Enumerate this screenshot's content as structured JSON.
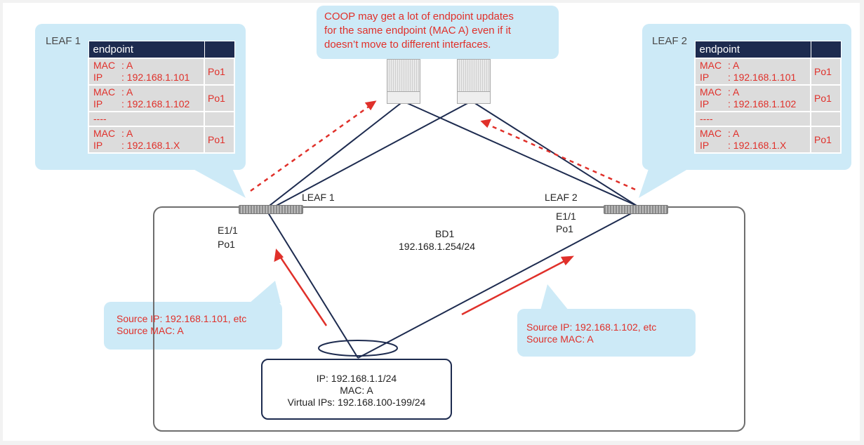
{
  "coop_note": {
    "lines": [
      "COOP may get a lot of endpoint updates",
      "for the same endpoint (MAC A) even if it",
      "doesn’t move to different interfaces."
    ]
  },
  "leaf1_table": {
    "title": "LEAF 1",
    "header": "endpoint",
    "rows": [
      {
        "mac_key": "MAC",
        "mac_val": ": A",
        "ip_key": "IP",
        "ip_val": ": 192.168.1.101",
        "port": "Po1"
      },
      {
        "mac_key": "MAC",
        "mac_val": ": A",
        "ip_key": "IP",
        "ip_val": ": 192.168.1.102",
        "port": "Po1"
      },
      {
        "sep": "----"
      },
      {
        "mac_key": "MAC",
        "mac_val": ": A",
        "ip_key": "IP",
        "ip_val": ": 192.168.1.X",
        "port": "Po1"
      }
    ]
  },
  "leaf2_table": {
    "title": "LEAF 2",
    "header": "endpoint",
    "rows": [
      {
        "mac_key": "MAC",
        "mac_val": ": A",
        "ip_key": "IP",
        "ip_val": ": 192.168.1.101",
        "port": "Po1"
      },
      {
        "mac_key": "MAC",
        "mac_val": ": A",
        "ip_key": "IP",
        "ip_val": ": 192.168.1.102",
        "port": "Po1"
      },
      {
        "sep": "----"
      },
      {
        "mac_key": "MAC",
        "mac_val": ": A",
        "ip_key": "IP",
        "ip_val": ": 192.168.1.X",
        "port": "Po1"
      }
    ]
  },
  "leaf1": {
    "name": "LEAF 1",
    "iface": "E1/1",
    "po": "Po1"
  },
  "leaf2": {
    "name": "LEAF 2",
    "iface": "E1/1",
    "po": "Po1"
  },
  "bd": {
    "name": "BD1",
    "subnet": "192.168.1.254/24"
  },
  "src_left": {
    "ip": "Source IP: 192.168.1.101, etc",
    "mac": "Source MAC: A"
  },
  "src_right": {
    "ip": "Source IP: 192.168.1.102, etc",
    "mac": "Source MAC: A"
  },
  "host": {
    "ip": "IP: 192.168.1.1/24",
    "mac": "MAC: A",
    "vips": "Virtual IPs: 192.168.100-199/24"
  },
  "colors": {
    "accent_red": "#e0302a",
    "navy": "#1d2b4f",
    "bubble": "#cdeaf7"
  }
}
